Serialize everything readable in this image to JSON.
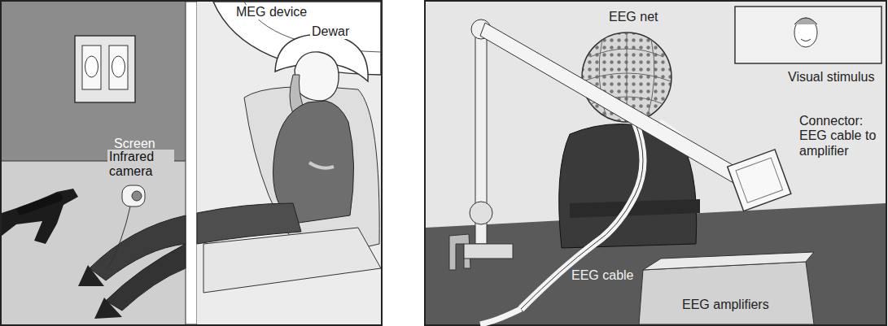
{
  "diagram": {
    "labels": [
      "MEG device",
      "Dewar",
      "Screen",
      "Infrared camera",
      "EEG net",
      "Visual stimulus",
      "Connector: EEG cable to amplifier",
      "EEG cable",
      "EEG amplifiers"
    ]
  }
}
